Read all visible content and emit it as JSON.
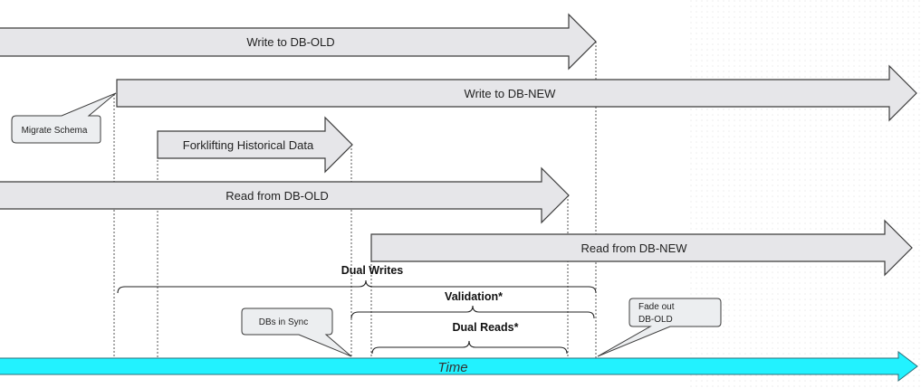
{
  "phases": {
    "write_old": "Write to DB-OLD",
    "write_new": "Write to DB-NEW",
    "forklift": "Forklifting Historical Data",
    "read_old": "Read from DB-OLD",
    "read_new": "Read from DB-NEW"
  },
  "brackets": {
    "dual_writes": "Dual Writes",
    "validation": "Validation*",
    "dual_reads": "Dual Reads*"
  },
  "callouts": {
    "migrate_schema": "Migrate Schema",
    "dbs_in_sync": "DBs in Sync",
    "fade_out_line1": "Fade out",
    "fade_out_line2": "DB-OLD"
  },
  "timeline": {
    "label": "Time"
  },
  "colors": {
    "phase_fill": "#e6e6e9",
    "phase_stroke": "#3c3c3c",
    "time_fill": "#22f2ff",
    "callout_fill": "#eceef0"
  }
}
